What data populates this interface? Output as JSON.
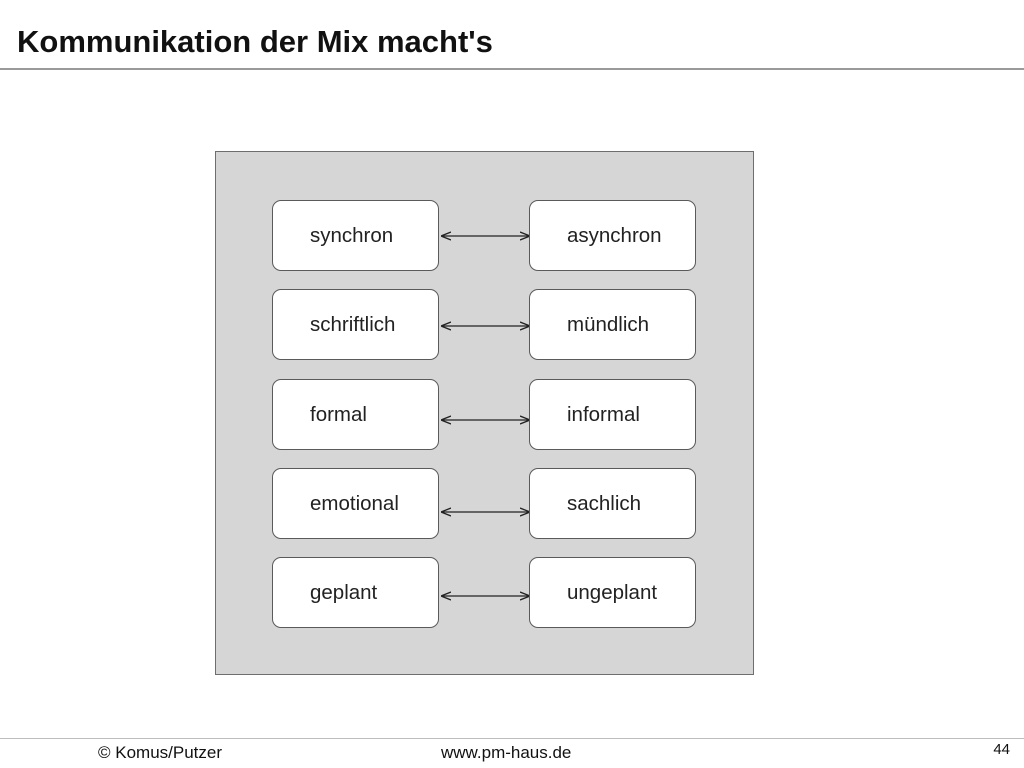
{
  "slide": {
    "title": "Kommunikation der Mix macht's"
  },
  "diagram": {
    "pairs": [
      {
        "left": "synchron",
        "right": "asynchron"
      },
      {
        "left": "schriftlich",
        "right": "mündlich"
      },
      {
        "left": "formal",
        "right": "informal"
      },
      {
        "left": "emotional",
        "right": "sachlich"
      },
      {
        "left": "geplant",
        "right": "ungeplant"
      }
    ]
  },
  "footer": {
    "copyright": "© Komus/Putzer",
    "url": "www.pm-haus.de",
    "page_number": "44"
  },
  "colors": {
    "panel_background": "#d6d6d6",
    "box_background": "#ffffff",
    "box_border": "#5a5a5a",
    "arrow": "#222222"
  }
}
